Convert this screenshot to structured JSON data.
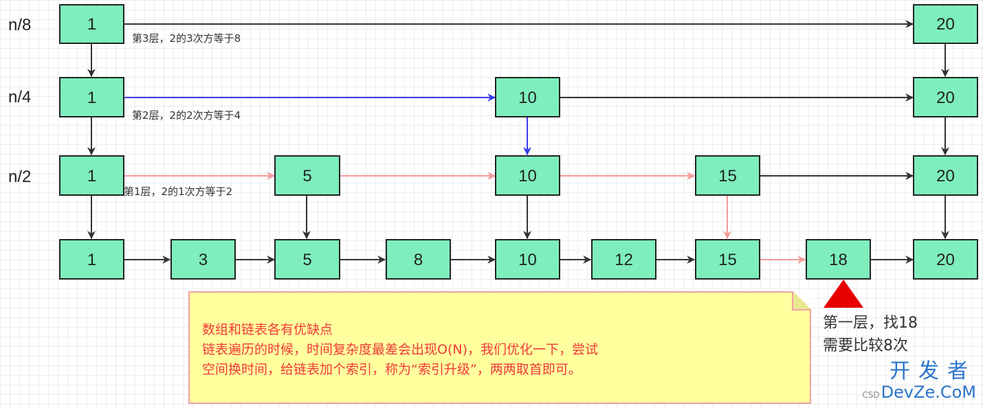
{
  "level_labels": [
    "n/8",
    "n/4",
    "n/2"
  ],
  "layer_notes": [
    "第3层，2的3次方等于8",
    "第2层，2的2次方等于4",
    "第1层，2的1次方等于2"
  ],
  "nodes": {
    "l3": [
      "1",
      "20"
    ],
    "l2": [
      "1",
      "10",
      "20"
    ],
    "l1": [
      "1",
      "5",
      "10",
      "15",
      "20"
    ],
    "base": [
      "1",
      "3",
      "5",
      "8",
      "10",
      "12",
      "15",
      "18",
      "20"
    ]
  },
  "note": {
    "lines": [
      "数组和链表各有优缺点",
      "链表遍历的时候，时间复杂度最差会出现O(N)，我们优化一下，尝试",
      "空间换时间，给链表加个索引，称为“索引升级”，两两取首即可。"
    ]
  },
  "search_note": {
    "line1": "第一层，找18",
    "line2": "需要比较8次"
  },
  "watermark": {
    "top": "开发者",
    "small": "CSD",
    "bottom": "DevZe.CoM"
  },
  "colors": {
    "node_fill": "#7eeebd",
    "arrow_black": "#333333",
    "arrow_blue": "#3b3bef",
    "arrow_pink": "#f59a9a",
    "note_text": "#f03a3a",
    "marker_red": "#e80000"
  }
}
